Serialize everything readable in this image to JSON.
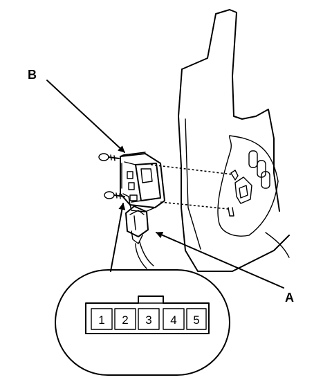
{
  "callouts": {
    "b": "B",
    "a": "A"
  },
  "connector": {
    "pins": [
      "1",
      "2",
      "3",
      "4",
      "5"
    ]
  },
  "colors": {
    "line": "#000000",
    "background": "#ffffff"
  }
}
